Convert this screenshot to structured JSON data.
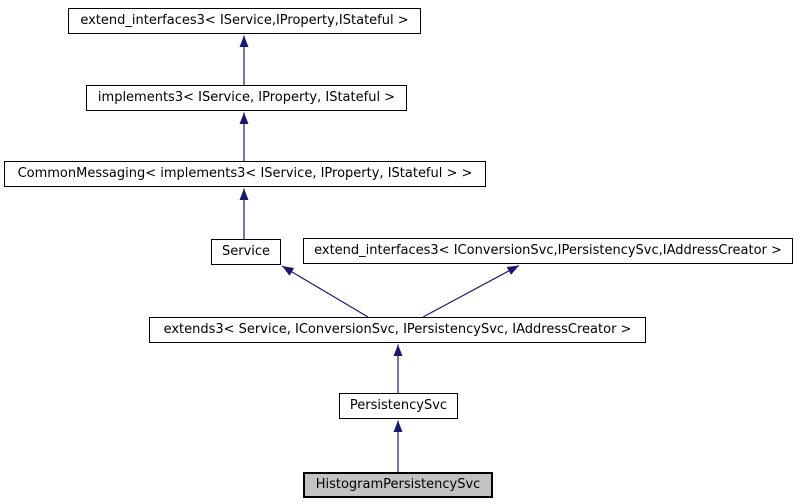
{
  "colors": {
    "background": "#ffffff",
    "arrow": "#191970",
    "node_border": "#000000",
    "node_fill": "#ffffff",
    "highlight_fill": "#c3c3c3",
    "text": "#000000"
  },
  "nodes": [
    {
      "id": "extend-interfaces3-iservice",
      "label": "extend_interfaces3< IService,IProperty,IStateful >",
      "highlighted": false
    },
    {
      "id": "implements3",
      "label": "implements3< IService, IProperty, IStateful >",
      "highlighted": false
    },
    {
      "id": "common-messaging",
      "label": "CommonMessaging< implements3< IService, IProperty, IStateful > >",
      "highlighted": false
    },
    {
      "id": "service",
      "label": "Service",
      "highlighted": false
    },
    {
      "id": "extend-interfaces3-iconversionsvc",
      "label": "extend_interfaces3< IConversionSvc,IPersistencySvc,IAddressCreator >",
      "highlighted": false
    },
    {
      "id": "extends3",
      "label": "extends3< Service, IConversionSvc, IPersistencySvc, IAddressCreator >",
      "highlighted": false
    },
    {
      "id": "persistencysvc",
      "label": "PersistencySvc",
      "highlighted": false
    },
    {
      "id": "histogram-persistencysvc",
      "label": "HistogramPersistencySvc",
      "highlighted": true
    }
  ],
  "edges": [
    {
      "from": "implements3",
      "to": "extend-interfaces3-iservice"
    },
    {
      "from": "common-messaging",
      "to": "implements3"
    },
    {
      "from": "service",
      "to": "common-messaging"
    },
    {
      "from": "extends3",
      "to": "service"
    },
    {
      "from": "extends3",
      "to": "extend-interfaces3-iconversionsvc"
    },
    {
      "from": "persistencysvc",
      "to": "extends3"
    },
    {
      "from": "histogram-persistencysvc",
      "to": "persistencysvc"
    }
  ]
}
